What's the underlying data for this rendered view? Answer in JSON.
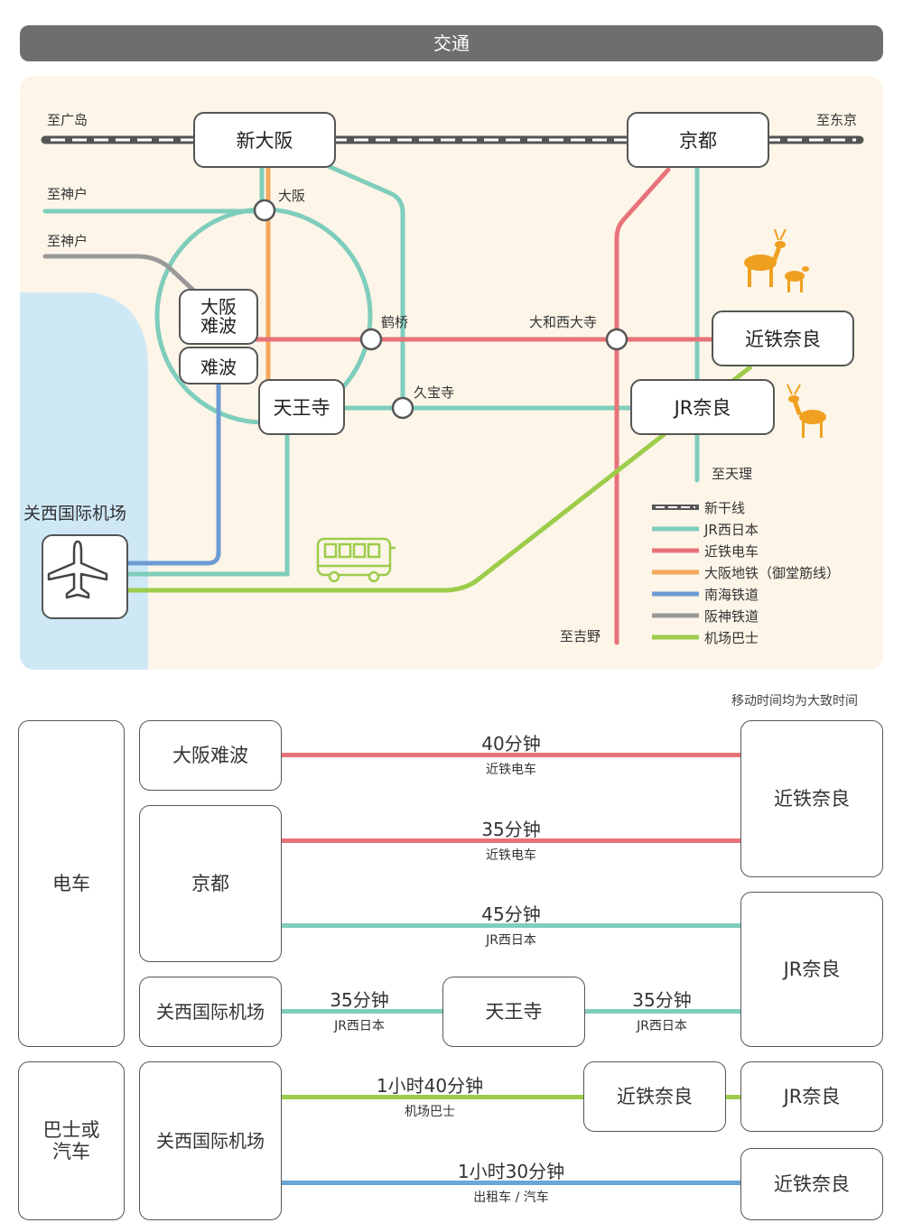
{
  "header": {
    "title": "交通"
  },
  "map": {
    "colors": {
      "shinkansen": "#555555",
      "jr": "#7fcdbb",
      "kintetsu": "#e8727a",
      "subway": "#f2a85c",
      "nankai": "#6d9bd4",
      "hanshin": "#999999",
      "bus": "#9ccc4a",
      "sea": "#cfe8f6",
      "deer": "#f0a020"
    },
    "directions": {
      "to_hiroshima": "至广岛",
      "to_tokyo": "至东京",
      "to_kobe_1": "至神户",
      "to_kobe_2": "至神户",
      "to_tenri": "至天理",
      "to_yoshino": "至吉野"
    },
    "stations": {
      "shin_osaka": "新大阪",
      "kyoto": "京都",
      "osaka": "大阪",
      "osaka_namba": "大阪\n难波",
      "namba": "难波",
      "tsuruhashi": "鹤桥",
      "yamato_saidaiji": "大和西大寺",
      "kintetsu_nara": "近铁奈良",
      "kubouji": "久宝寺",
      "tennoji": "天王寺",
      "jr_nara": "JR奈良",
      "kansai_airport": "关西国际机场"
    },
    "legend": [
      {
        "label": "新干线",
        "color": "#555555",
        "icon": "shinkansen-line"
      },
      {
        "label": "JR西日本",
        "color": "#7fcdbb",
        "icon": "jr-line"
      },
      {
        "label": "近铁电车",
        "color": "#e8727a",
        "icon": "kintetsu-line"
      },
      {
        "label": "大阪地铁（御堂筋线）",
        "color": "#f2a85c",
        "icon": "subway-line"
      },
      {
        "label": "南海铁道",
        "color": "#6d9bd4",
        "icon": "nankai-line"
      },
      {
        "label": "阪神铁道",
        "color": "#999999",
        "icon": "hanshin-line"
      },
      {
        "label": "机场巴士",
        "color": "#9ccc4a",
        "icon": "bus-line"
      }
    ]
  },
  "times": {
    "note": "移动时间均为大致时间",
    "categories": {
      "train": "电车",
      "bus_car": "巴士或\n汽车"
    },
    "routes": [
      {
        "from": "大阪难波",
        "to": "近铁奈良",
        "duration": "40分钟",
        "line": "近铁电车",
        "color": "#e8727a"
      },
      {
        "from": "京都",
        "to": "近铁奈良",
        "duration": "35分钟",
        "line": "近铁电车",
        "color": "#e8727a"
      },
      {
        "from": "京都",
        "to": "JR奈良",
        "duration": "45分钟",
        "line": "JR西日本",
        "color": "#7fcdbb"
      },
      {
        "from": "关西国际机场",
        "via": "天王寺",
        "to": "JR奈良",
        "duration": "35分钟",
        "line": "JR西日本",
        "duration2": "35分钟",
        "line2": "JR西日本",
        "color": "#7fcdbb"
      },
      {
        "from": "关西国际机场",
        "to": "近铁奈良",
        "then": "JR奈良",
        "duration": "1小时40分钟",
        "line": "机场巴士",
        "color": "#9ccc4a"
      },
      {
        "from": "关西国际机场",
        "to": "近铁奈良",
        "duration": "1小时30分钟",
        "line": "出租车 / 汽车",
        "color": "#6aa6d6"
      }
    ],
    "boxes": {
      "osaka_namba": "大阪难波",
      "kyoto": "京都",
      "kix_train": "关西国际机场",
      "tennoji": "天王寺",
      "kix_bus": "关西国际机场",
      "kintetsu_nara_1": "近铁奈良",
      "jr_nara_1": "JR奈良",
      "kintetsu_nara_mid": "近铁奈良",
      "jr_nara_2": "JR奈良",
      "kintetsu_nara_2": "近铁奈良"
    }
  }
}
